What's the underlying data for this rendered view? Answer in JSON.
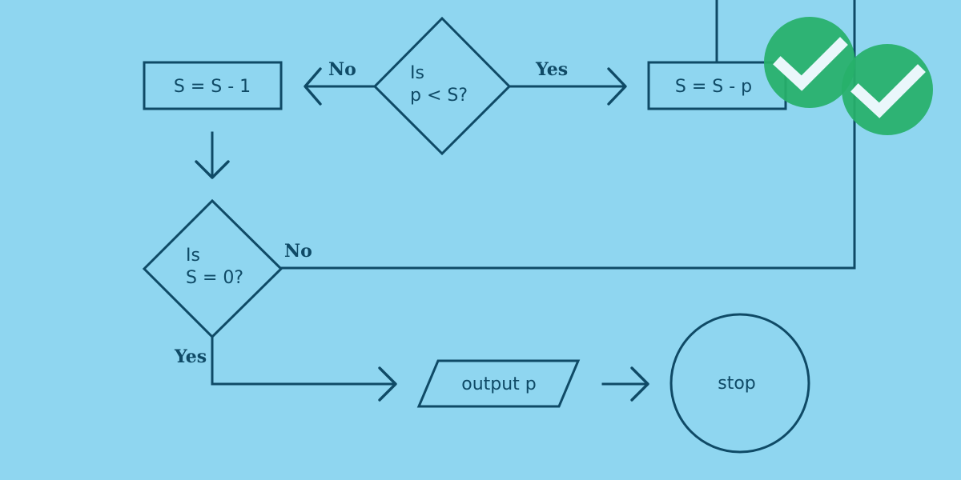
{
  "diagram": {
    "nodes": {
      "process_minus_one": "S = S - 1",
      "decision_p_lt_s_line1": "Is",
      "decision_p_lt_s_line2": "p < S?",
      "process_minus_p": "S = S - p",
      "decision_s_zero_line1": "Is",
      "decision_s_zero_line2": "S = 0?",
      "output": "output p",
      "terminal": "stop"
    },
    "edge_labels": {
      "p_lt_s_no": "No",
      "p_lt_s_yes": "Yes",
      "s_zero_no": "No",
      "s_zero_yes": "Yes"
    }
  },
  "colors": {
    "background": "#8fd6f0",
    "stroke": "#0f4a66",
    "badge": "#27b06b",
    "check": "#eaf7fb"
  },
  "badges": [
    "check-icon",
    "check-icon"
  ]
}
